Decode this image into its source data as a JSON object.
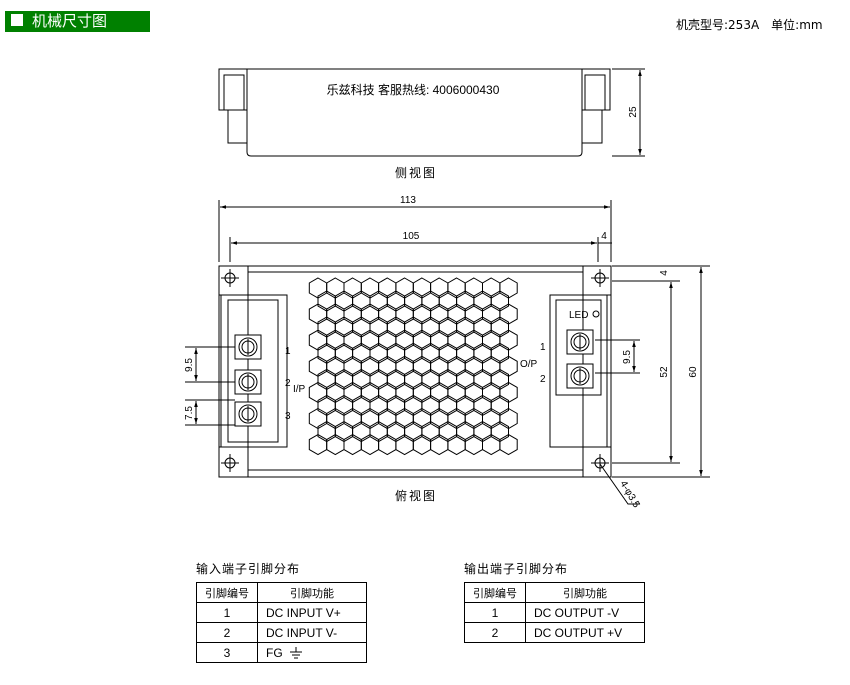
{
  "header": {
    "title": "机械尺寸图",
    "model_info": "机壳型号:253A　单位:mm"
  },
  "side_view": {
    "label_text": "乐兹科技 客服热线: 4006000430",
    "caption": "侧视图",
    "height_dim": "25"
  },
  "top_view": {
    "caption": "俯视图",
    "dim_overall_width": "113",
    "dim_hole_spacing": "105",
    "dim_hole_offset_x": "4",
    "dim_hole_offset_y": "4",
    "dim_hole_spacing_y": "52",
    "dim_overall_height": "60",
    "dim_input_pitch": "9.5",
    "dim_input_pitch2": "7.5",
    "dim_output_pitch": "9.5",
    "hole_note": "4-φ3.5",
    "input_label": "I/P",
    "output_label": "O/P",
    "led_label": "LED",
    "input_pins": [
      "1",
      "2",
      "3"
    ],
    "output_pins": [
      "1",
      "2"
    ]
  },
  "input_table": {
    "title": "输入端子引脚分布",
    "headers": [
      "引脚编号",
      "引脚功能"
    ],
    "rows": [
      [
        "1",
        "DC INPUT V+"
      ],
      [
        "2",
        "DC INPUT V-"
      ],
      [
        "3",
        "FG"
      ]
    ]
  },
  "output_table": {
    "title": "输出端子引脚分布",
    "headers": [
      "引脚编号",
      "引脚功能"
    ],
    "rows": [
      [
        "1",
        "DC OUTPUT -V"
      ],
      [
        "2",
        "DC OUTPUT +V"
      ]
    ]
  }
}
